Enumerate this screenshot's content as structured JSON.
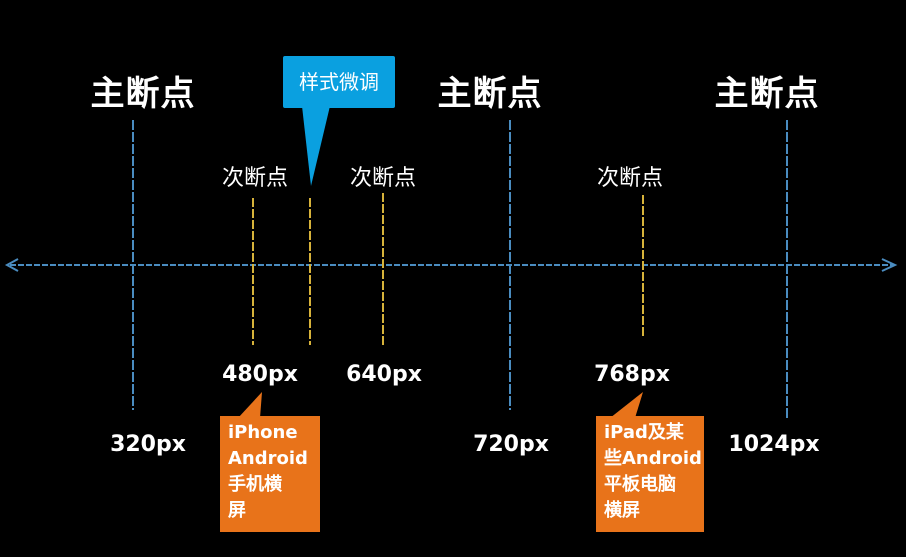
{
  "breakpoints": {
    "main_label": "主断点",
    "minor_label": "次断点",
    "main": [
      {
        "value_label": "320px"
      },
      {
        "value_label": "720px"
      },
      {
        "value_label": "1024px"
      }
    ],
    "minor": [
      {
        "value_label": "480px"
      },
      {
        "value_label": "640px"
      },
      {
        "value_label": "768px"
      }
    ]
  },
  "callouts": {
    "tweak": {
      "text": "样式微调"
    },
    "phone": {
      "lines": [
        "iPhone",
        "Android",
        "手机横",
        "屏"
      ]
    },
    "tablet": {
      "lines": [
        "iPad及某",
        "些Android",
        "平板电脑",
        "横屏"
      ]
    }
  },
  "colors": {
    "background": "#000000",
    "axis": "#4a8cc0",
    "main_line": "#4a8cc0",
    "minor_line": "#d6b23a",
    "callout_blue": "#0aa0e0",
    "callout_orange": "#e8731a",
    "text": "#ffffff"
  }
}
